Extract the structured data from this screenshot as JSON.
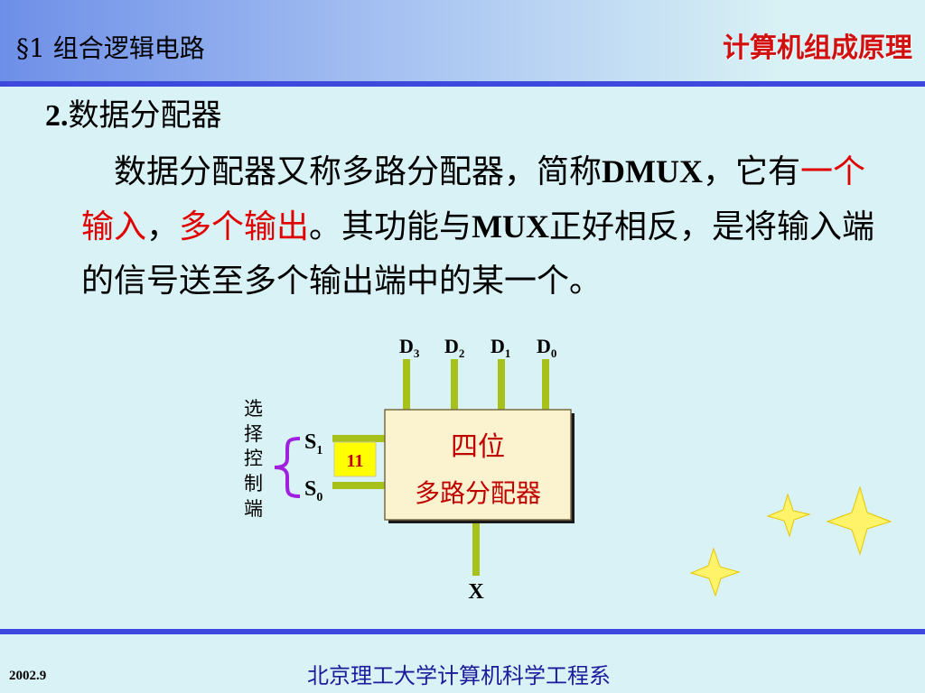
{
  "header": {
    "section": "§1  组合逻辑电路",
    "course": "计算机组成原理"
  },
  "heading": {
    "number": "2.",
    "text": "数据分配器"
  },
  "paragraph": {
    "p1": "数据分配器又称多路分配器，简称",
    "p2": "DMUX",
    "p3": "，它有",
    "p4": "一个输入",
    "p5": "，",
    "p6": "多个输出",
    "p7": "。其功能与",
    "p8": "MUX",
    "p9": "正好相反，是将输入端的信号送至多个输出端中的某一个。"
  },
  "diagram": {
    "box_line1": "四位",
    "box_line2": "多路分配器",
    "select_value": "11",
    "select_label": [
      "选",
      "择",
      "控",
      "制",
      "端"
    ],
    "s1": "S",
    "s1_sub": "1",
    "s0": "S",
    "s0_sub": "0",
    "outputs": [
      {
        "name": "D",
        "sub": "3"
      },
      {
        "name": "D",
        "sub": "2"
      },
      {
        "name": "D",
        "sub": "1"
      },
      {
        "name": "D",
        "sub": "0"
      }
    ],
    "input": "X"
  },
  "footer": {
    "date": "2002.9",
    "org": "北京理工大学计算机科学工程系"
  },
  "colors": {
    "background": "#d9f2f5",
    "rule": "#3d49dd",
    "accent_red": "#e00000",
    "wire": "#a6c21a",
    "brace": "#a020e0",
    "box_fill": "#fbf3cf",
    "select_box": "#ffff00"
  }
}
